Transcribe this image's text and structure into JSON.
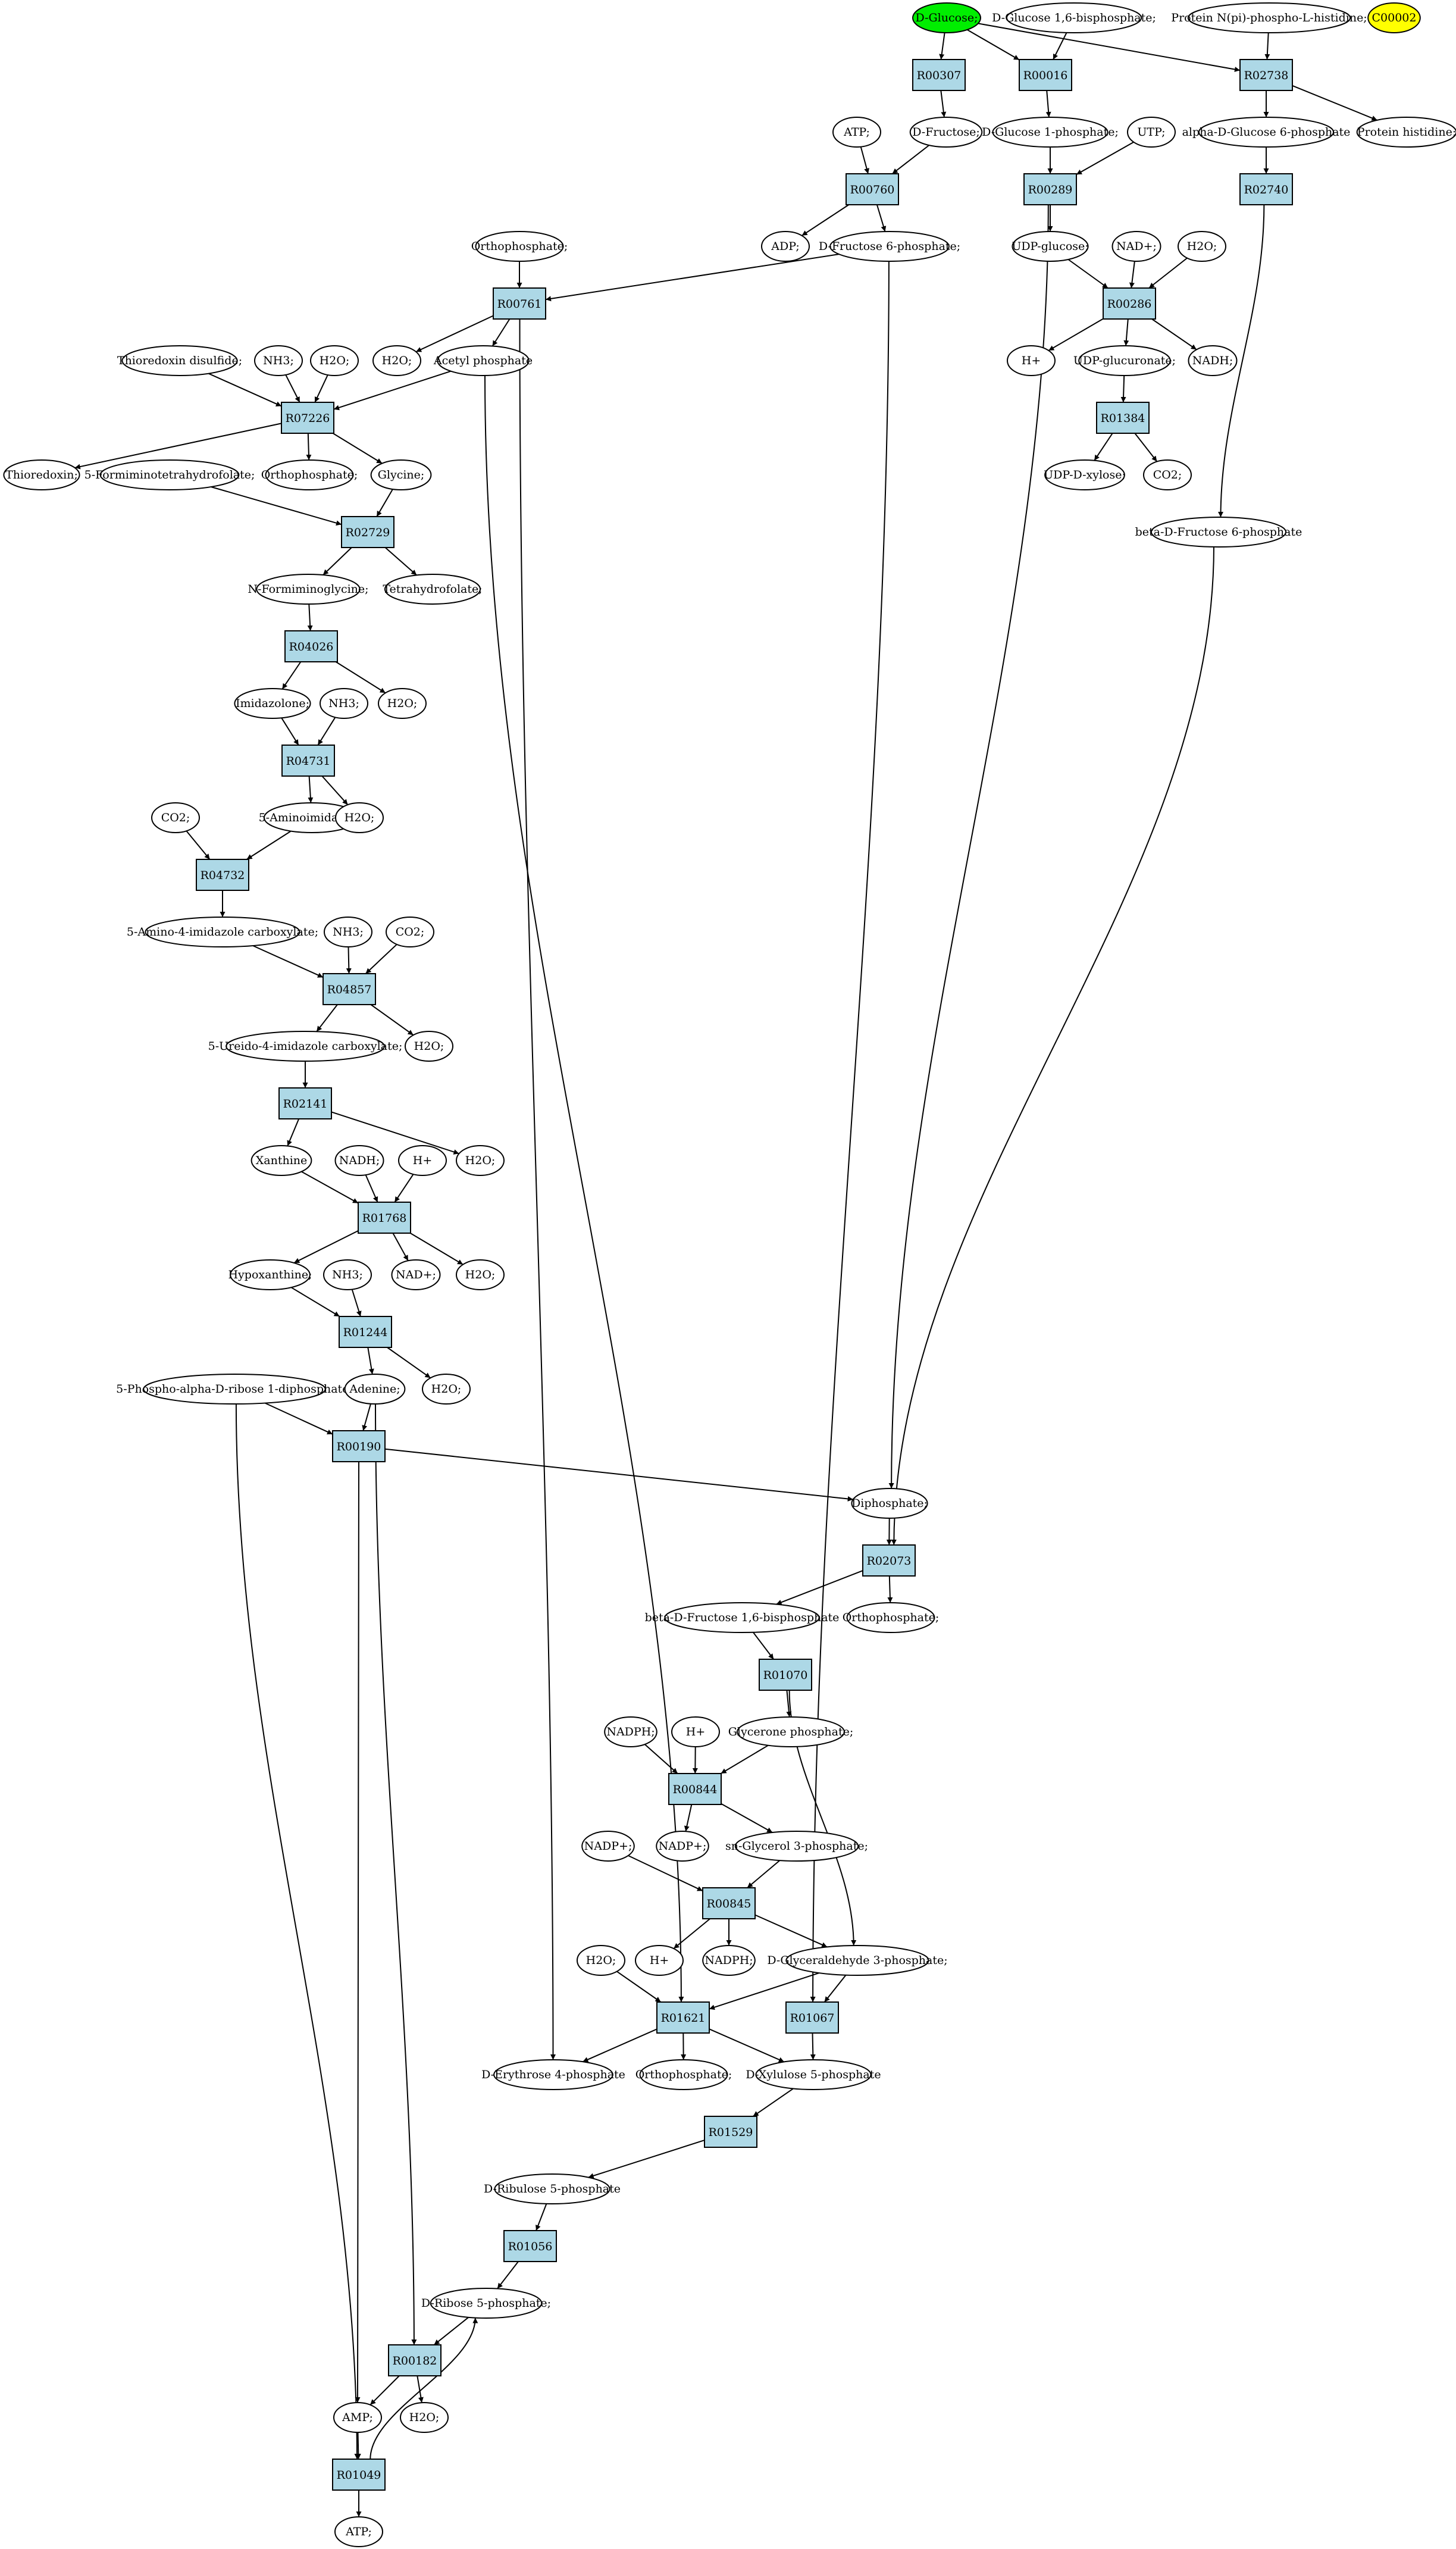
{
  "compounds": {
    "d_glucose": "D-Glucose;",
    "d_glucose_16_bp": "D-Glucose 1,6-bisphosphate;",
    "protein_nphos_his": "Protein N(pi)-phospho-L-histidine;",
    "c00002": "C00002",
    "atp_1": "ATP;",
    "d_fructose": "D-Fructose;",
    "d_glucose_1p": "D-Glucose 1-phosphate;",
    "utp": "UTP;",
    "alpha_d_glucose_6p": "alpha-D-Glucose 6-phosphate",
    "protein_histidine": "Protein histidine;",
    "adp": "ADP;",
    "d_fructose_6p": "D-Fructose 6-phosphate;",
    "orthophosphate_1": "Orthophosphate;",
    "udp_glucose": "UDP-glucose;",
    "nad_plus_1": "NAD+;",
    "h2o_1": "H2O;",
    "h2o_2": "H2O;",
    "acetyl_phosphate": "Acetyl phosphate",
    "h_plus_1": "H+",
    "udp_glucuronate": "UDP-glucuronate;",
    "nadh_1": "NADH;",
    "thioredoxin_disulfide": "Thioredoxin disulfide;",
    "nh3_1": "NH3;",
    "h2o_3": "H2O;",
    "thioredoxin": "Thioredoxin;",
    "formiminothf": "5-Formiminotetrahydrofolate;",
    "orthophosphate_2": "Orthophosphate;",
    "glycine": "Glycine;",
    "udp_d_xylose": "UDP-D-xylose;",
    "co2_1": "CO2;",
    "beta_d_fructose_6p": "beta-D-Fructose 6-phosphate",
    "n_formiminoglycine": "N-Formiminoglycine;",
    "tetrahydrofolate": "Tetrahydrofolate;",
    "imidazolone": "Imidazolone;",
    "nh3_2": "NH3;",
    "h2o_4": "H2O;",
    "aminoimidazole": "5-Aminoimidazole;",
    "h2o_5": "H2O;",
    "co2_2": "CO2;",
    "amino_imidazole_carboxylate": "5-Amino-4-imidazole carboxylate;",
    "nh3_3": "NH3;",
    "co2_3": "CO2;",
    "ureido_imidazole_carboxylate": "5-Ureido-4-imidazole carboxylate;",
    "h2o_6": "H2O;",
    "xanthine": "Xanthine",
    "nadh_2": "NADH;",
    "h_plus_2": "H+",
    "h2o_7": "H2O;",
    "hypoxanthine": "Hypoxanthine;",
    "nh3_4": "NH3;",
    "nad_plus_2": "NAD+;",
    "h2o_8": "H2O;",
    "prpp": "5-Phospho-alpha-D-ribose 1-diphosphate;",
    "adenine": "Adenine;",
    "h2o_9": "H2O;",
    "diphosphate": "Diphosphate;",
    "beta_d_fructose_16_bp": "beta-D-Fructose 1,6-bisphosphate",
    "orthophosphate_3": "Orthophosphate;",
    "nadph_1": "NADPH;",
    "h_plus_3": "H+",
    "glycerone_phosphate": "Glycerone phosphate;",
    "nadp_plus_1": "NADP+;",
    "nadp_plus_2": "NADP+;",
    "sn_glycerol_3p": "sn-Glycerol 3-phosphate;",
    "h2o_10": "H2O;",
    "h_plus_4": "H+",
    "nadph_2": "NADPH;",
    "d_glyceraldehyde_3p": "D-Glyceraldehyde 3-phosphate;",
    "d_erythrose_4p": "D-Erythrose 4-phosphate",
    "orthophosphate_4": "Orthophosphate;",
    "d_xylulose_5p": "D-Xylulose 5-phosphate",
    "d_ribulose_5p": "D-Ribulose 5-phosphate",
    "d_ribose_5p": "D-Ribose 5-phosphate;",
    "amp": "AMP;",
    "h2o_11": "H2O;",
    "atp_2": "ATP;"
  },
  "reactions": {
    "R00307": "R00307",
    "R00016": "R00016",
    "R02738": "R02738",
    "R00760": "R00760",
    "R00289": "R00289",
    "R02740": "R02740",
    "R00761": "R00761",
    "R00286": "R00286",
    "R07226": "R07226",
    "R01384": "R01384",
    "R02729": "R02729",
    "R04026": "R04026",
    "R04731": "R04731",
    "R04732": "R04732",
    "R04857": "R04857",
    "R02141": "R02141",
    "R01768": "R01768",
    "R01244": "R01244",
    "R00190": "R00190",
    "R02073": "R02073",
    "R01070": "R01070",
    "R00844": "R00844",
    "R00845": "R00845",
    "R01621": "R01621",
    "R01067": "R01067",
    "R01529": "R01529",
    "R01056": "R01056",
    "R00182": "R00182",
    "R01049": "R01049"
  },
  "colors": {
    "start_node": "#00ee00",
    "extra_node": "#ffff00",
    "reaction_fill": "#add8e6",
    "compound_fill": "#ffffff",
    "stroke": "#000000"
  },
  "edges": [
    [
      "d_glucose",
      "R00307"
    ],
    [
      "R00307",
      "d_fructose"
    ],
    [
      "d_glucose",
      "R00016"
    ],
    [
      "d_glucose_16_bp",
      "R00016"
    ],
    [
      "R00016",
      "d_glucose_1p"
    ],
    [
      "d_glucose",
      "R02738"
    ],
    [
      "protein_nphos_his",
      "R02738"
    ],
    [
      "R02738",
      "alpha_d_glucose_6p"
    ],
    [
      "R02738",
      "protein_histidine"
    ],
    [
      "atp_1",
      "R00760"
    ],
    [
      "d_fructose",
      "R00760"
    ],
    [
      "R00760",
      "adp"
    ],
    [
      "R00760",
      "d_fructose_6p"
    ],
    [
      "d_glucose_1p",
      "R00289"
    ],
    [
      "utp",
      "R00289"
    ],
    [
      "R00289",
      "udp_glucose"
    ],
    [
      "R00289",
      "diphosphate"
    ],
    [
      "alpha_d_glucose_6p",
      "R02740"
    ],
    [
      "R02740",
      "beta_d_fructose_6p"
    ],
    [
      "orthophosphate_1",
      "R00761"
    ],
    [
      "d_fructose_6p",
      "R00761"
    ],
    [
      "R00761",
      "h2o_2"
    ],
    [
      "R00761",
      "acetyl_phosphate"
    ],
    [
      "R00761",
      "d_erythrose_4p"
    ],
    [
      "d_fructose_6p",
      "R01067"
    ],
    [
      "udp_glucose",
      "R00286"
    ],
    [
      "nad_plus_1",
      "R00286"
    ],
    [
      "h2o_1",
      "R00286"
    ],
    [
      "R00286",
      "h_plus_1"
    ],
    [
      "R00286",
      "udp_glucuronate"
    ],
    [
      "R00286",
      "nadh_1"
    ],
    [
      "udp_glucuronate",
      "R01384"
    ],
    [
      "R01384",
      "udp_d_xylose"
    ],
    [
      "R01384",
      "co2_1"
    ],
    [
      "thioredoxin_disulfide",
      "R07226"
    ],
    [
      "nh3_1",
      "R07226"
    ],
    [
      "h2o_3",
      "R07226"
    ],
    [
      "acetyl_phosphate",
      "R07226"
    ],
    [
      "acetyl_phosphate",
      "R01621"
    ],
    [
      "R07226",
      "thioredoxin"
    ],
    [
      "R07226",
      "orthophosphate_2"
    ],
    [
      "R07226",
      "glycine"
    ],
    [
      "formiminothf",
      "R02729"
    ],
    [
      "glycine",
      "R02729"
    ],
    [
      "R02729",
      "n_formiminoglycine"
    ],
    [
      "R02729",
      "tetrahydrofolate"
    ],
    [
      "n_formiminoglycine",
      "R04026"
    ],
    [
      "R04026",
      "imidazolone"
    ],
    [
      "R04026",
      "h2o_4"
    ],
    [
      "imidazolone",
      "R04731"
    ],
    [
      "nh3_2",
      "R04731"
    ],
    [
      "R04731",
      "aminoimidazole"
    ],
    [
      "R04731",
      "h2o_5"
    ],
    [
      "aminoimidazole",
      "R04732"
    ],
    [
      "co2_2",
      "R04732"
    ],
    [
      "R04732",
      "amino_imidazole_carboxylate"
    ],
    [
      "amino_imidazole_carboxylate",
      "R04857"
    ],
    [
      "nh3_3",
      "R04857"
    ],
    [
      "co2_3",
      "R04857"
    ],
    [
      "R04857",
      "ureido_imidazole_carboxylate"
    ],
    [
      "R04857",
      "h2o_6"
    ],
    [
      "ureido_imidazole_carboxylate",
      "R02141"
    ],
    [
      "R02141",
      "xanthine"
    ],
    [
      "R02141",
      "h2o_7"
    ],
    [
      "xanthine",
      "R01768"
    ],
    [
      "nadh_2",
      "R01768"
    ],
    [
      "h_plus_2",
      "R01768"
    ],
    [
      "R01768",
      "hypoxanthine"
    ],
    [
      "R01768",
      "nad_plus_2"
    ],
    [
      "R01768",
      "h2o_8"
    ],
    [
      "hypoxanthine",
      "R01244"
    ],
    [
      "nh3_4",
      "R01244"
    ],
    [
      "R01244",
      "adenine"
    ],
    [
      "R01244",
      "h2o_9"
    ],
    [
      "prpp",
      "R00190"
    ],
    [
      "adenine",
      "R00190"
    ],
    [
      "R00190",
      "diphosphate"
    ],
    [
      "R00190",
      "amp"
    ],
    [
      "adenine",
      "R00182"
    ],
    [
      "prpp",
      "R01049"
    ],
    [
      "diphosphate",
      "R02073"
    ],
    [
      "beta_d_fructose_6p",
      "R02073"
    ],
    [
      "R02073",
      "beta_d_fructose_16_bp"
    ],
    [
      "R02073",
      "orthophosphate_3"
    ],
    [
      "beta_d_fructose_16_bp",
      "R01070"
    ],
    [
      "R01070",
      "glycerone_phosphate"
    ],
    [
      "R01070",
      "d_glyceraldehyde_3p"
    ],
    [
      "nadph_1",
      "R00844"
    ],
    [
      "h_plus_3",
      "R00844"
    ],
    [
      "glycerone_phosphate",
      "R00844"
    ],
    [
      "R00844",
      "nadp_plus_2"
    ],
    [
      "R00844",
      "sn_glycerol_3p"
    ],
    [
      "nadp_plus_1",
      "R00845"
    ],
    [
      "sn_glycerol_3p",
      "R00845"
    ],
    [
      "R00845",
      "h_plus_4"
    ],
    [
      "R00845",
      "nadph_2"
    ],
    [
      "R00845",
      "d_glyceraldehyde_3p"
    ],
    [
      "h2o_10",
      "R01621"
    ],
    [
      "d_glyceraldehyde_3p",
      "R01621"
    ],
    [
      "d_glyceraldehyde_3p",
      "R01067"
    ],
    [
      "R01621",
      "d_erythrose_4p"
    ],
    [
      "R01621",
      "orthophosphate_4"
    ],
    [
      "R01621",
      "d_xylulose_5p"
    ],
    [
      "R01067",
      "d_xylulose_5p"
    ],
    [
      "d_xylulose_5p",
      "R01529"
    ],
    [
      "R01529",
      "d_ribulose_5p"
    ],
    [
      "d_ribulose_5p",
      "R01056"
    ],
    [
      "R01056",
      "d_ribose_5p"
    ],
    [
      "d_ribose_5p",
      "R00182"
    ],
    [
      "R00182",
      "amp"
    ],
    [
      "R00182",
      "h2o_11"
    ],
    [
      "amp",
      "R01049"
    ],
    [
      "R01049",
      "d_ribose_5p"
    ],
    [
      "R01049",
      "atp_2"
    ]
  ]
}
